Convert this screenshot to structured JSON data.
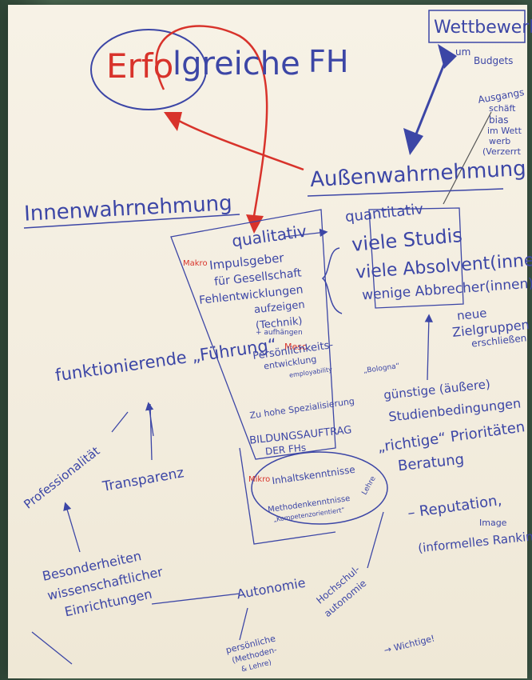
{
  "title": {
    "part1": "Erfo",
    "part2": "lgreiche",
    "part3": "FH"
  },
  "wettbewerb": {
    "label": "Wettbewerb",
    "um": "um Budgets",
    "um_word": "um",
    "budgets": "Budgets"
  },
  "ausgangslage": {
    "l1": "Ausgangs",
    "l2": "schäft",
    "l3": "bias",
    "l4": "im Wett",
    "l5": "werb",
    "l6": "(Verzerrt"
  },
  "aussen": "Außenwahrnehmung",
  "innen": "Innenwahrnehmung",
  "qualitativ": "qualitativ",
  "makro": "Makro",
  "impulsgeber": "Impulsgeber",
  "gesellschaft": "für Gesellschaft",
  "fehlentwicklungen": "Fehlentwicklungen",
  "aufzeigen": "aufzeigen",
  "technik": "(Technik)",
  "aufhaengen": "+ aufhängen",
  "meso": "Meso",
  "persoenlichkeit": "Persönlichkeits-",
  "entwicklung": "entwicklung",
  "employability": "employability",
  "bologna": "„Bologna“",
  "spezialisierung": "Zu hohe Spezialisierung",
  "bildungsauftrag": "BILDUNGSAUFTRAG",
  "der_fhs": "DER FHs",
  "mikro": "Mikro",
  "inhaltskenntnisse": "Inhaltskenntnisse",
  "methodenkenntnisse": "Methodenkenntnisse",
  "kompetenzorientiert": "„Kompetenzorientiert“",
  "lehre": "Lehre",
  "quantitativ": "quantitativ",
  "viele_studis": "viele Studis",
  "viele_absolventen": "viele Absolvent(innen)",
  "wenige_abbrecher": "wenige Abbrecher(innen)",
  "neue_zielgruppen": {
    "l1": "neue",
    "l2": "Zielgruppen",
    "l3": "erschließen"
  },
  "fuehrung": "funktionierende „Führung“",
  "guenstige": "günstige (äußere)",
  "studienbedingungen": "Studienbedingungen",
  "richtige": "„richtige“ Prioritäten",
  "beratung": "Beratung",
  "reputation": "– Reputation,",
  "image": "Image",
  "ranking": "(informelles Ranking)",
  "professionalitaet": "Professionalität",
  "transparenz": "Transparenz",
  "besonderheiten": {
    "l1": "Besonderheiten",
    "l2": "wissenschaftlicher",
    "l3": "Einrichtungen"
  },
  "autonomie": "Autonomie",
  "hochschulautonomie": {
    "l1": "Hochschul-",
    "l2": "autonomie"
  },
  "persoenliche": {
    "l1": "persönliche",
    "l2": "(Methoden-",
    "l3": "& Lehre)"
  },
  "wichtige": "→ Wichtige!",
  "colors": {
    "blue_marker": "#3c46a6",
    "red_marker": "#d8332b",
    "paper": "#f5efe2",
    "wall": "#3f5a46"
  }
}
